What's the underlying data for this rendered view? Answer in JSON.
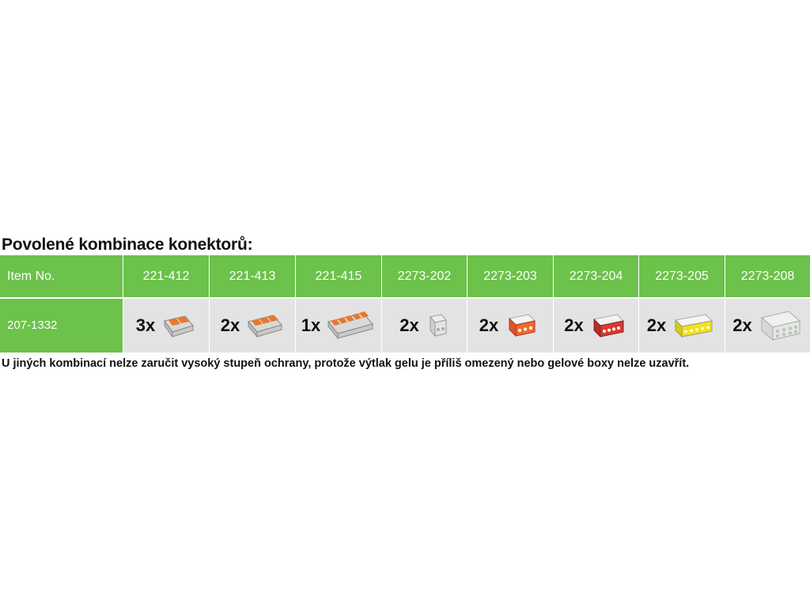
{
  "title": "Povolené kombinace konektorů:",
  "header": {
    "item_no": "Item No.",
    "columns": [
      "221-412",
      "221-413",
      "221-415",
      "2273-202",
      "2273-203",
      "2273-204",
      "2273-205",
      "2273-208"
    ]
  },
  "row": {
    "item": "207-1332",
    "quantities": [
      "3x",
      "2x",
      "1x",
      "2x",
      "2x",
      "2x",
      "2x",
      "2x"
    ],
    "connector_icons": [
      "wago-221-412-connector-icon",
      "wago-221-413-connector-icon",
      "wago-221-415-connector-icon",
      "wago-2273-202-connector-icon",
      "wago-2273-203-connector-icon",
      "wago-2273-204-connector-icon",
      "wago-2273-205-connector-icon",
      "wago-2273-208-connector-icon"
    ]
  },
  "colors": {
    "header_green": "#6cc24a",
    "cell_gray": "#e3e3e3",
    "lever_orange": "#e8782a",
    "push_orange": "#f06a2a",
    "push_red": "#d83a33",
    "push_yellow": "#f2e21a"
  },
  "note": "U jiných kombinací nelze zaručit vysoký stupeň ochrany, protože výtlak gelu je příliš omezený nebo gelové boxy nelze uzavřít."
}
